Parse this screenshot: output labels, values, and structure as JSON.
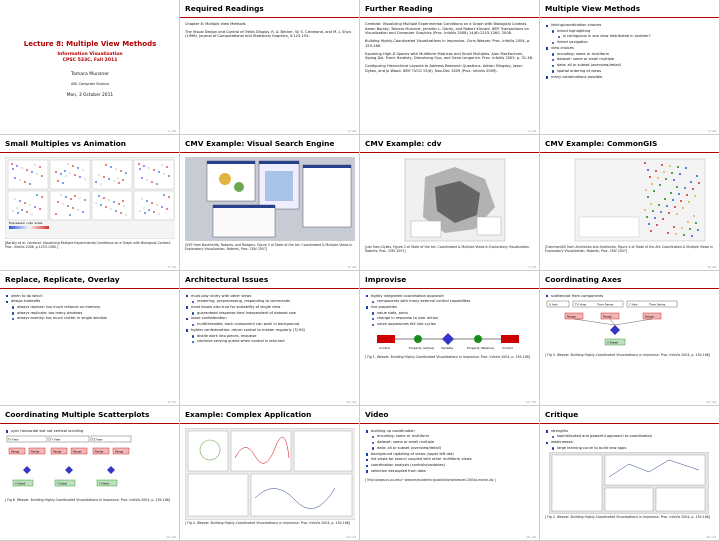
{
  "slides": [
    {
      "title": "",
      "lecture": "Lecture 8: Multiple View Methods",
      "course": "Information Visualization",
      "term": "CPSC 533C, Fall 2011",
      "author": "Tamara Munzner",
      "affil": "UBC Computer Science",
      "date": "Mon, 3 October 2011",
      "page": "1 / 22"
    },
    {
      "title": "Required Readings",
      "lines": [
        "Chapter 8: Multiple View Methods",
        "The Visual Design and Control of Trellis Display. R. A. Becker, W. S. Cleveland, and M.-J. Shyu (1996). Journal of Computational and Statistical Graphics, 5:123-155."
      ],
      "page": "2 / 22"
    },
    {
      "title": "Further Reading",
      "lines": [
        "Cerebral: Visualizing Multiple Experimental Conditions on a Graph with Biological Context. Aaron Barsky, Tamara Munzner, Jennifer L. Gardy, and Robert Kincaid. IEEE Transactions on Visualization and Computer Graphics (Proc. InfoVis 2008) 14(6):1253-1260, 2008.",
        "Building Highly-Coordinated Visualizations In Improvise. Chris Weaver. Proc. InfoVis 2004, p. 159-166.",
        "Exploring High-D Spaces with Multiform Matrices and Small Multiples. Alan MacEachren, Xiping Dai, Frank Hardisty, Diansheng Guo, and Gene Lengerich. Proc. InfoVis 2003, p. 31-38.",
        "Configuring Hierarchical Layouts to Address Research Questions. Adrian Slingsby, Jason Dykes, and Jo Wood. IEEE TVCG 15(6), Nov-Dec 2009 (Proc. InfoVis 2009)."
      ],
      "page": "3 / 22"
    },
    {
      "title": "Multiple View Methods",
      "bullets": [
        {
          "t": "linking/coordination choices",
          "sub": [
            "linked highlighting",
            "is contiguous in one view distributed in another?",
            "linked navigation"
          ]
        },
        {
          "t": "view choices",
          "sub": [
            "encoding: same or multiform",
            "dataset: same or small multiple",
            "data: all or subset (overview/detail)",
            "spatial ordering of views"
          ]
        },
        {
          "t": "many combinations possible",
          "sub": []
        }
      ],
      "page": "4 / 22"
    },
    {
      "title": "Small Multiples vs Animation",
      "caption": "[Barsky et al. Cerebral: Visualizing Multiple Experimental Conditions on a Graph with Biological Context. Proc. InfoVis 2008, p.1253-1260.]",
      "legend": "Expression color scale",
      "page": "5 / 22"
    },
    {
      "title": "CMV Example: Visual Search Engine",
      "caption": "[VSE from Boukhelifa, Roberts, and Rodgers. Figure 3 of State of the Art: Coordinated & Multiple Views in Exploratory Visualization. Roberts, Proc. CMV 2007]",
      "page": "6 / 22"
    },
    {
      "title": "CMV Example: cdv",
      "caption": "[cdv from Dykes, Figure 2 of State of the Art: Coordinated & Multiple Views in Exploratory Visualization. Roberts, Proc. CMV 2007]",
      "page": "7 / 22"
    },
    {
      "title": "CMV Example: CommonGIS",
      "caption": "[CommonGIS from Andrienko and Andrienko, Figure 4 of State of the Art: Coordinated & Multiple Views in Exploratory Visualization. Roberts, Proc. CMV 2007]",
      "page": "8 / 22"
    },
    {
      "title": "Replace, Replicate, Overlay",
      "bullets": [
        {
          "t": "when to do which",
          "sub": []
        },
        {
          "t": "design tradeoffs",
          "sub": [
            "always replace: too much reliance on memory",
            "always replicate: too many windows",
            "always overlay: too much clutter in single window"
          ]
        }
      ],
      "page": "9 / 22"
    },
    {
      "title": "Architectural Issues",
      "bullets": [
        {
          "t": "must play nicely with other views",
          "sub": [
            "rendering, preprocessing, responding to commands"
          ]
        },
        {
          "t": "most issues also true for scalability of single view",
          "sub": [
            "guaranteed response time independent of dataset size"
          ]
        },
        {
          "t": "loose confederation",
          "sub": [
            "multithreaded, each component can work in background"
          ]
        },
        {
          "t": "tighter confederation: return control to master regularly (TJ-HS)",
          "sub": [
            "divide work into pieces, enqueue",
            "continue serving queue when control is returned"
          ]
        }
      ],
      "page": "10 / 22"
    },
    {
      "title": "Improvise",
      "bullets": [
        {
          "t": "tightly integrated coordination approach",
          "sub": [
            "components with many external control capabilities"
          ]
        },
        {
          "t": "live properties",
          "sub": [
            "value slots, ports",
            "change in response to user action",
            "naive approaches fall into cycles"
          ]
        }
      ],
      "diagram": [
        "Control",
        "Property (Active)",
        "Variable",
        "Property (Passive)",
        "Control"
      ],
      "caption": "[ Fig 1. Weaver. Building Highly-Coordinated Visualizations In Improvise. Proc. InfoVis 2004, p. 159-166]",
      "page": "11 / 22"
    },
    {
      "title": "Coordinating Axes",
      "bullets": [
        {
          "t": "scatterplot from components",
          "sub": []
        }
      ],
      "caption": "[ Fig 5. Weaver. Building Highly-Coordinated Visualizations In Improvise. Proc. InfoVis 2004, p. 159-166]",
      "page": "12 / 22"
    },
    {
      "title": "Coordinating Multiple Scatterplots",
      "bullets": [
        {
          "t": "sync horizontal but not vertical scrolling",
          "sub": []
        }
      ],
      "caption": "[ Fig 6. Weaver. Building Highly-Coordinated Visualizations In Improvise. Proc. InfoVis 2004, p. 159-166]",
      "page": "13 / 22"
    },
    {
      "title": "Example: Complex Application",
      "caption": "[ Fig 4. Weaver. Building Highly-Coordinated Visualizations In Improvise. Proc. InfoVis 2004, p. 159-166]",
      "page": "14 / 22"
    },
    {
      "title": "Video",
      "bullets": [
        {
          "t": "building up coordination",
          "sub": [
            "encoding: same or multiform",
            "dataset: same or small multiple",
            "data: all or subset (overview/detail)"
          ]
        },
        {
          "t": "background updating of views (upper left dot)",
          "sub": []
        },
        {
          "t": "list views for search coupled with other multiform views",
          "sub": []
        },
        {
          "t": "coordination analysis (controls/variables)",
          "sub": []
        },
        {
          "t": "selection decoupled from data",
          "sub": []
        }
      ],
      "caption": "[ http://www.cs.ou.edu/~weaver/academic/publications/weaver-2004a-movie.zip ]",
      "page": "15 / 22"
    },
    {
      "title": "Critique",
      "bullets": [
        {
          "t": "strengths",
          "sub": [
            "sophisticated and powerful approach to coordination"
          ]
        },
        {
          "t": "weaknesses",
          "sub": [
            "large learning curve to build new apps"
          ]
        }
      ],
      "caption": "[ Fig 2. Weaver. Building Highly-Coordinated Visualizations In Improvise. Proc. InfoVis 2004, p. 159-166]",
      "page": "16 / 22"
    }
  ],
  "axes_labels": {
    "x": "X Axis",
    "y": "Y Axis",
    "time": "Time Series",
    "range": "Range",
    "xdetail": "X Detail",
    "ydetail": "Y Detail",
    "xaxis": "X Axis",
    "yaxis": "Y Axis",
    "tv": "TV View",
    "ty": "TY View",
    "tz": "TZ View"
  }
}
